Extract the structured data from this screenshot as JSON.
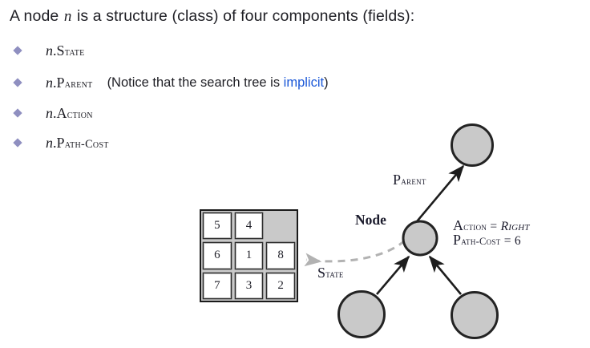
{
  "heading": {
    "prefix": "A node ",
    "var": "n",
    "suffix": " is a structure (class) of four components (fields):"
  },
  "bullets": [
    {
      "var": "n",
      "dot": ".",
      "field_first": "S",
      "field_rest": "tate",
      "highlight": "full",
      "note": "",
      "note_link": "",
      "note_tail": ""
    },
    {
      "var": "n",
      "dot": ".",
      "field_first": "P",
      "field_rest": "arent",
      "highlight": "full",
      "note": "(Notice that the search tree is ",
      "note_link": "implicit",
      "note_tail": ")"
    },
    {
      "var": "n",
      "dot": ".",
      "field_first": "A",
      "field_rest": "ction",
      "highlight": "partial",
      "note": "",
      "note_link": "",
      "note_tail": ""
    },
    {
      "var": "n",
      "dot": ".",
      "field_first": "P",
      "field_rest": "ath-Cost",
      "highlight": "none",
      "note": "",
      "note_link": "",
      "note_tail": ""
    }
  ],
  "puzzle": {
    "tiles": [
      "5",
      "4",
      "",
      "6",
      "1",
      "8",
      "7",
      "3",
      "2"
    ],
    "blank_index": 2
  },
  "diagram": {
    "node_label": "Node",
    "parent_label_first": "P",
    "parent_label_rest": "arent",
    "state_label_first": "S",
    "state_label_rest": "tate",
    "action_first": "A",
    "action_rest": "ction",
    "action_eq": " = ",
    "action_value": "Right",
    "pathcost_first": "P",
    "pathcost_rest": "ath-Cost",
    "pathcost_eq": " = ",
    "pathcost_value": "6"
  },
  "colors": {
    "highlight": "#c9c1e8",
    "bullet": "#8f8fc0",
    "link": "#1b58d8",
    "node_fill": "#c9c9c9",
    "node_stroke": "#232323",
    "dash": "#b2b2b2"
  }
}
